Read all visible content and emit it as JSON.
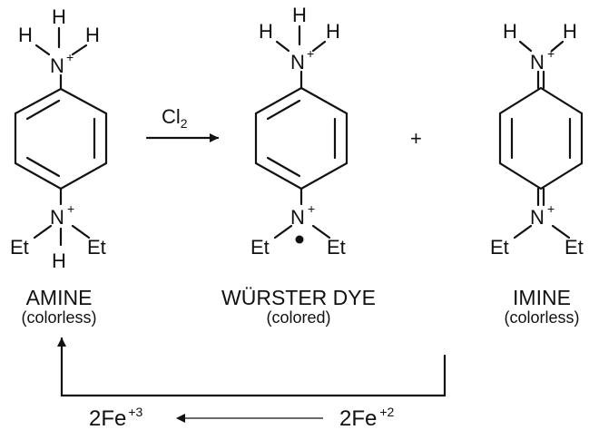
{
  "reagent": {
    "symbol": "Cl",
    "subscript": "2"
  },
  "plus_sign": "+",
  "atoms": {
    "N": "N",
    "H": "H",
    "Et": "Et",
    "charge": "+"
  },
  "molecules": [
    {
      "name": "AMINE",
      "description": "(colorless)"
    },
    {
      "name": "WÜRSTER DYE",
      "description": "(colored)"
    },
    {
      "name": "IMINE",
      "description": "(colorless)"
    }
  ],
  "iron": {
    "right": {
      "base": "2Fe",
      "charge": "+2"
    },
    "left": {
      "base": "2Fe",
      "charge": "+3"
    }
  }
}
